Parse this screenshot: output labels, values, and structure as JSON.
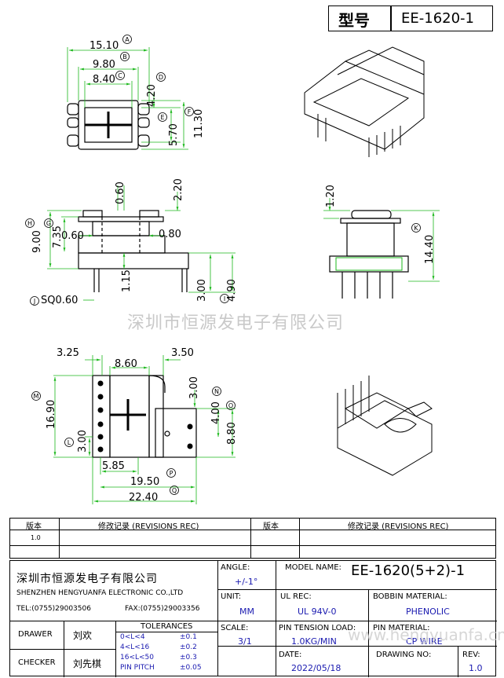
{
  "header": {
    "model_label": "型号",
    "model_value": "EE-1620-1"
  },
  "views": {
    "top": {
      "dims": {
        "A": "15.10",
        "B": "9.80",
        "C": "8.40",
        "D": "4.20",
        "E": "5.70",
        "F": "11.30"
      }
    },
    "front": {
      "dims": {
        "top_slot": "0.60",
        "top_height": "2.20",
        "G": "7.35",
        "H": "9.00",
        "left_gap": "0.60",
        "right_gap": "0.80",
        "pin_len": "1.15",
        "I_inner": "3.00",
        "I": "4.90",
        "J": "SQ0.60"
      }
    },
    "side": {
      "dims": {
        "top": "1.20",
        "K": "14.40"
      }
    },
    "bottom": {
      "dims": {
        "d1": "3.25",
        "d2": "8.60",
        "d3": "3.50",
        "N": "3.00",
        "O_inner": "4.00",
        "O": "8.80",
        "M": "16.90",
        "L": "3.00",
        "P_inner": "5.85",
        "P": "19.50",
        "Q": "22.40"
      }
    }
  },
  "watermark": "深圳市恒源发电子有限公司",
  "revision_table": {
    "col1": "版本",
    "col2": "修改记录 (REVISIONS REC)",
    "col3": "版本",
    "col4": "修改记录 (REVISIONS REC)",
    "row1_version": "1.0"
  },
  "title_block": {
    "company_cn": "深圳市恒源发电子有限公司",
    "company_en": "SHENZHEN HENGYUANFA ELECTRONIC CO.,LTD",
    "tel": "TEL:(0755)29003506",
    "fax": "FAX:(0755)29003356",
    "angle_label": "ANGLE:",
    "angle_value": "+/-1°",
    "model_name_label": "MODEL NAME:",
    "model_name_value": "EE-1620(5+2)-1",
    "unit_label": "UNIT:",
    "unit_value": "MM",
    "ul_rec_label": "UL REC:",
    "ul_rec_value": "UL 94V-0",
    "bobbin_material_label": "BOBBIN MATERIAL:",
    "bobbin_material_value": "PHENOLIC",
    "drawer_label": "DRAWER",
    "drawer_name": "刘欢",
    "checker_label": "CHECKER",
    "checker_name": "刘先棋",
    "tolerances_label": "TOLERANCES",
    "tolerances": [
      {
        "range": "0<L<4",
        "value": "±0.1"
      },
      {
        "range": "4<L<16",
        "value": "±0.2"
      },
      {
        "range": "16<L<50",
        "value": "±0.3"
      },
      {
        "range": "PIN PITCH",
        "value": "±0.05"
      }
    ],
    "scale_label": "SCALE:",
    "scale_value": "3/1",
    "pin_tension_label": "PIN TENSION LOAD:",
    "pin_tension_value": "1.0KG/MIN",
    "pin_material_label": "PIN MATERIAL:",
    "pin_material_value": "CP WIRE",
    "date_label": "DATE:",
    "date_value": "2022/05/18",
    "drawing_no_label": "DRAWING NO:",
    "rev_label": "REV:",
    "rev_value": "1.0",
    "site_watermark": "www.hengyuanfa.cn"
  }
}
